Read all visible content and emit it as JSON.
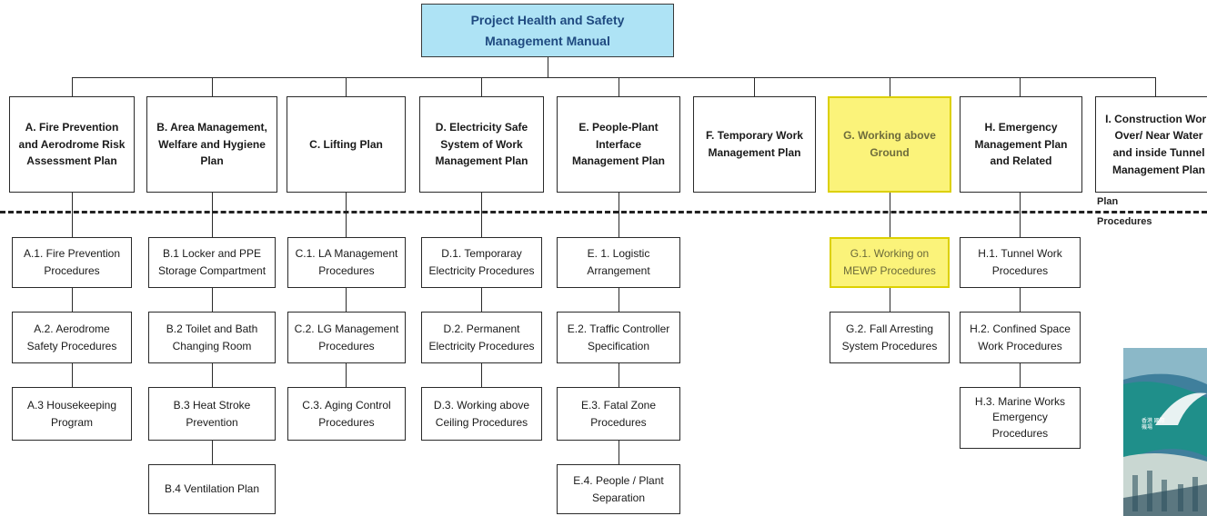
{
  "title": "Project Health and Safety\nManagement Manual",
  "divider": {
    "upper": "Plan",
    "lower": "Procedures"
  },
  "plans": [
    {
      "id": "A",
      "label": "A. Fire Prevention\nand Aerodrome Risk\nAssessment Plan"
    },
    {
      "id": "B",
      "label": "B. Area Management,\nWelfare and Hygiene\nPlan"
    },
    {
      "id": "C",
      "label": "C. Lifting Plan"
    },
    {
      "id": "D",
      "label": "D. Electricity Safe\nSystem of Work\nManagement Plan"
    },
    {
      "id": "E",
      "label": "E. People-Plant\nInterface\nManagement Plan"
    },
    {
      "id": "F",
      "label": "F. Temporary Work\nManagement Plan"
    },
    {
      "id": "G",
      "label": "G. Working above\nGround"
    },
    {
      "id": "H",
      "label": "H. Emergency\nManagement Plan\nand Related"
    },
    {
      "id": "I",
      "label": "I. Construction Work\nOver/ Near Water\nand inside Tunnel\nManagement Plan"
    }
  ],
  "procedures": {
    "A": [
      "A.1. Fire Prevention\nProcedures",
      "A.2. Aerodrome\nSafety Procedures",
      "A.3 Housekeeping\nProgram"
    ],
    "B": [
      "B.1 Locker and PPE\nStorage Compartment",
      "B.2 Toilet and Bath\nChanging Room",
      "B.3 Heat Stroke\nPrevention",
      "B.4 Ventilation Plan"
    ],
    "C": [
      "C.1. LA Management\nProcedures",
      "C.2. LG Management\nProcedures",
      "C.3. Aging Control\nProcedures"
    ],
    "D": [
      "D.1. Temporaray\nElectricity Procedures",
      "D.2. Permanent\nElectricity Procedures",
      "D.3. Working above\nCeiling Procedures"
    ],
    "E": [
      "E. 1.  Logistic\nArrangement",
      "E.2. Traffic Controller\nSpecification",
      "E.3. Fatal Zone\nProcedures",
      "E.4. People / Plant\nSeparation"
    ],
    "G": [
      "G.1. Working on\nMEWP Procedures",
      "G.2. Fall Arresting\nSystem Procedures"
    ],
    "H": [
      "H.1. Tunnel Work\nProcedures",
      "H.2. Confined Space\nWork Procedures",
      "H.3. Marine Works\nEmergency\nProcedures"
    ]
  },
  "highlight": {
    "color": "#fbf37a",
    "items": [
      "G",
      "G.1"
    ]
  },
  "colors": {
    "root_fill": "#aee3f5",
    "root_text": "#1f4a80",
    "line": "#2a2a2a"
  },
  "logo_text": "香港 國際機場"
}
